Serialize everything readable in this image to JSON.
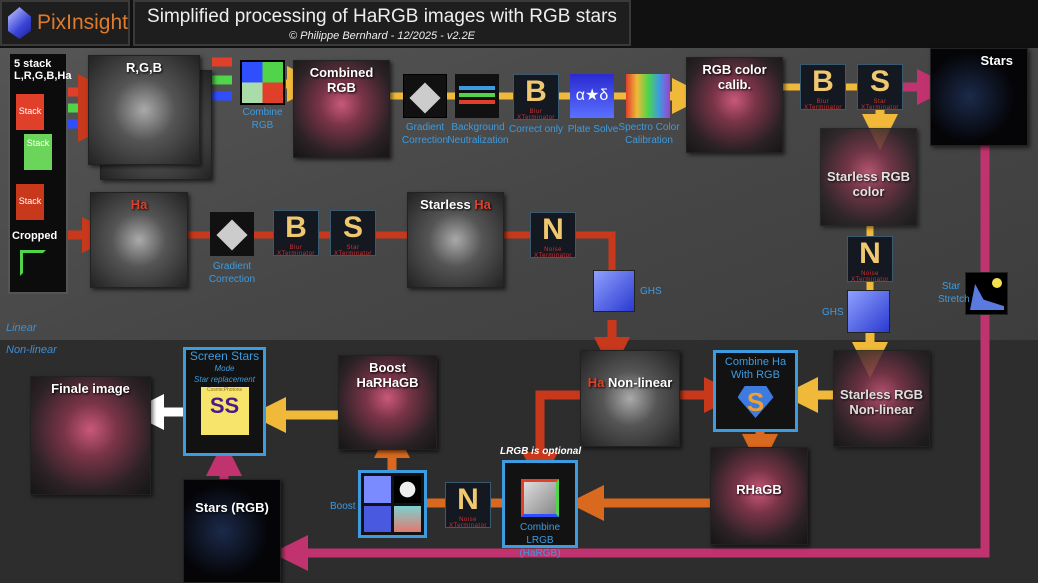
{
  "header": {
    "logo": "PixInsight",
    "title": "Simplified processing of HaRGB images with RGB stars",
    "subtitle": "© Philippe Bernhard - 12/2025 - v2.2E"
  },
  "zones": {
    "linear": "Linear",
    "nonlinear": "Non-linear"
  },
  "input": {
    "title": "5 stack",
    "channels": "L,R,G,B,Ha",
    "stack1": "Stack",
    "stack2": "Stack",
    "stack3": "Stack",
    "cropped": "Cropped"
  },
  "images": {
    "rgb": "R,G,B",
    "combined": "Combined RGB",
    "calib": "RGB color calib.",
    "stars": "Stars",
    "starless_rgb": "Starless RGB color",
    "ha": "Ha",
    "starless_ha_prefix": "Starless",
    "starless_ha_ha": "Ha",
    "ha_nonlinear_ha": "Ha",
    "ha_nonlinear": "Non-linear",
    "starless_rgb_nl": "Starless RGB Non-linear",
    "rhagb": "RHaGB",
    "boost_img": "Boost HaRHaGB",
    "stars_rgb": "Stars (RGB)",
    "final": "Finale image"
  },
  "tools": {
    "combine_rgb": "Combine RGB",
    "gradient": "Gradient Correction",
    "bgneutral": "Background Neutralization",
    "correct_only": "Correct only",
    "plate_solve": "Plate Solve",
    "spcc": "Spectro Color Calibration",
    "gradient2": "Gradient Correction",
    "ghs": "GHS",
    "ghs2": "GHS",
    "star_stretch": "Star Stretch",
    "boost": "Boost",
    "blur": {
      "letter": "B",
      "name": "Blur XTerminator"
    },
    "star": {
      "letter": "S",
      "name": "Star XTerminator"
    },
    "noise": {
      "letter": "N",
      "name": "Noise XTerminator"
    }
  },
  "boxes": {
    "screen_stars": "Screen Stars",
    "mode": "Mode",
    "star_replacement": "Star replacement",
    "cosmic": "CosmicPhotons",
    "ss": "SS",
    "combine_ha_rgb": "Combine Ha With RGB",
    "lrgb_optional": "LRGB is optional",
    "combine_lrgb": "Combine LRGB (HaRGB)"
  },
  "colors": {
    "yellow": "#f0b93a",
    "red": "#c8391c",
    "orange": "#d8691e",
    "magenta": "#c0336f",
    "blue": "#3d9be0"
  }
}
